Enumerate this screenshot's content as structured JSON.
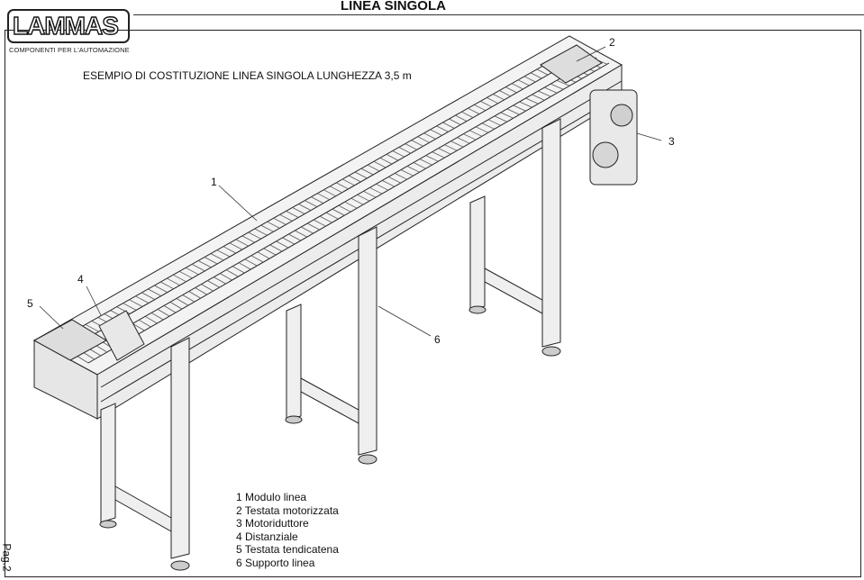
{
  "header": {
    "title": "LINEA SINGOLA",
    "logo_text": "LAMMAS",
    "logo_subtitle": "COMPONENTI PER L'AUTOMAZIONE"
  },
  "drawing": {
    "caption": "ESEMPIO DI COSTITUZIONE LINEA SINGOLA LUNGHEZZA 3,5 m",
    "callouts": [
      "1",
      "2",
      "3",
      "4",
      "5",
      "6"
    ]
  },
  "legend": [
    "1 Modulo linea",
    "2 Testata motorizzata",
    "3 Motoriduttore",
    "4 Distanziale",
    "5 Testata tendicatena",
    "6 Supporto linea"
  ],
  "footer": {
    "page": "Pag.2"
  }
}
